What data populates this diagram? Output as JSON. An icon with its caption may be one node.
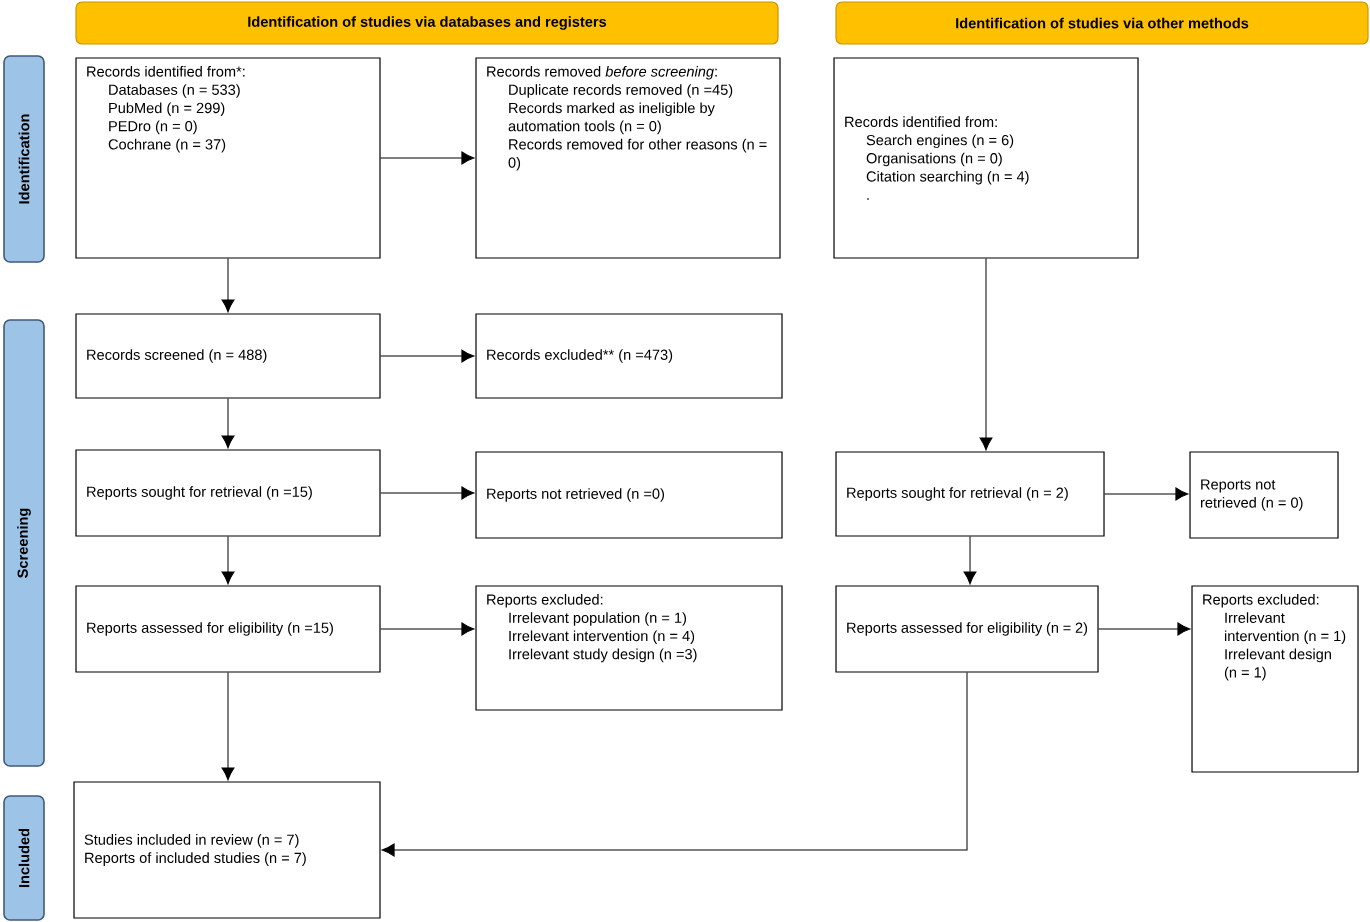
{
  "diagram": {
    "nodes": [
      {
        "text": [
          "Identification of studies via databases and registers"
        ]
      },
      {
        "text": [
          "Identification of studies via other methods"
        ]
      },
      {
        "text": [
          "Identification"
        ]
      },
      {
        "text": [
          "Screening"
        ]
      },
      {
        "text": [
          "Included"
        ]
      },
      {
        "text": [
          "Records identified from*:",
          "Databases (n = 533)",
          "PubMed (n = 299)",
          "PEDro (n = 0)",
          "Cochrane (n = 37)"
        ]
      },
      {
        "text": [
          "Records removed *before screening*:",
          "Duplicate records removed (n =45)",
          "Records marked as ineligible by automation tools (n = 0)",
          "Records removed for other reasons (n = 0)"
        ]
      },
      {
        "text": [
          "Records identified from:",
          "Search engines (n = 6)",
          "Organisations (n = 0)",
          "Citation searching (n = 4)",
          "."
        ]
      },
      {
        "text": [
          "Records screened (n = 488)"
        ]
      },
      {
        "text": [
          "Records excluded** (n =473)"
        ]
      },
      {
        "text": [
          "Reports sought for retrieval (n =15)"
        ]
      },
      {
        "text": [
          "Reports not retrieved (n =0)"
        ]
      },
      {
        "text": [
          "Reports sought for retrieval (n = 2)"
        ]
      },
      {
        "text": [
          "Reports not retrieved (n = 0)"
        ]
      },
      {
        "text": [
          "Reports assessed for eligibility (n =15)"
        ]
      },
      {
        "text": [
          "Reports excluded:",
          "Irrelevant population (n = 1)",
          "Irrelevant intervention (n = 4)",
          "Irrelevant study design (n =3)"
        ]
      },
      {
        "text": [
          "Reports assessed for eligibility (n = 2)"
        ]
      },
      {
        "text": [
          "Reports excluded:",
          "Irrelevant intervention (n = 1)",
          "Irrelevant design (n = 1)"
        ]
      },
      {
        "text": [
          "Studies included in review (n = 7)",
          "Reports of included studies (n = 7)"
        ]
      }
    ],
    "edges": [
      {
        "from": 5,
        "to": 6,
        "arrow": "to"
      },
      {
        "from": 5,
        "to": 8,
        "arrow": "to"
      },
      {
        "from": 8,
        "to": 9,
        "arrow": "to"
      },
      {
        "from": 8,
        "to": 10,
        "arrow": "to"
      },
      {
        "from": 10,
        "to": 11,
        "arrow": "to"
      },
      {
        "from": 10,
        "to": 14,
        "arrow": "to"
      },
      {
        "from": 14,
        "to": 15,
        "arrow": "to"
      },
      {
        "from": 14,
        "to": 18,
        "arrow": "to"
      },
      {
        "from": 7,
        "to": 12,
        "arrow": "to"
      },
      {
        "from": 12,
        "to": 13,
        "arrow": "to"
      },
      {
        "from": 12,
        "to": 16,
        "arrow": "to"
      },
      {
        "from": 16,
        "to": 17,
        "arrow": "to"
      },
      {
        "from": 16,
        "to": 18,
        "arrow": "to"
      }
    ]
  }
}
